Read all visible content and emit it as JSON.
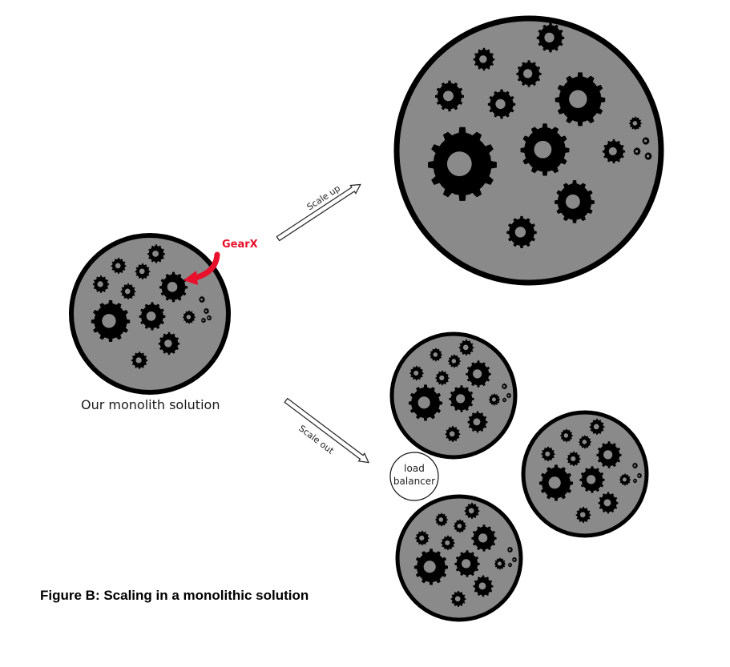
{
  "diagram": {
    "callout": "GearX",
    "monolith_label": "Our monolith solution",
    "scale_up_label": "Scale up",
    "scale_out_label": "Scale out",
    "load_balancer_label": [
      "load",
      "balancer"
    ],
    "figure_title": "Figure B: Scaling in a monolithic solution",
    "colors": {
      "circle_fill": "#8a8a8a",
      "gear": "#000000",
      "callout": "#e8102a",
      "outline": "#000000"
    },
    "icons": [
      "gear-icon",
      "arrow-icon"
    ]
  }
}
